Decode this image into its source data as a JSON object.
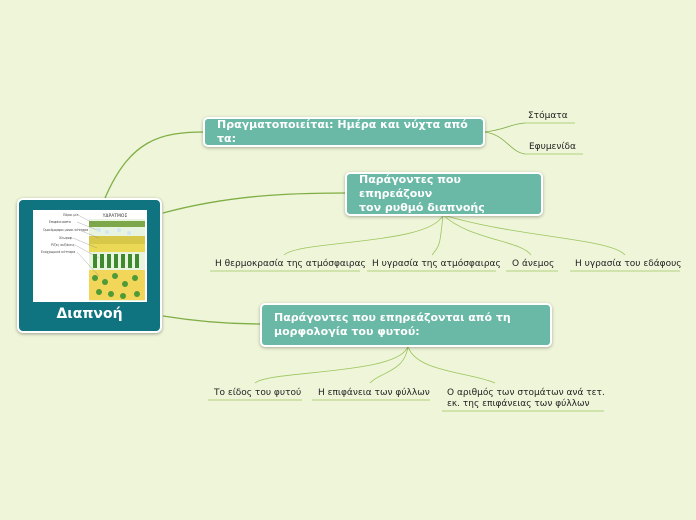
{
  "central": {
    "title": "Διαπνοή"
  },
  "illustration": {
    "header": "ΥΔΡΑΤΜΟΣ",
    "labels": [
      "Πόροι μίτ",
      "Επιφάνειαστο",
      "Ομοιόμορφοι μονοι κύτταρα",
      "Χλωροφ.",
      "Ρίζες αυξάνεις",
      "Ενοχρωμικά κύτταρα"
    ]
  },
  "branches": [
    {
      "id": "b1",
      "label": "Πραγματοποιείται: Ημέρα και νύχτα από τα:",
      "children": [
        "Στόματα",
        "Εφυμενίδα"
      ]
    },
    {
      "id": "b2",
      "label": "Παράγοντες που επηρεάζουν\nτον ρυθμό διαπνοής",
      "children": [
        "Η θερμοκρασία της ατμόσφαιρας",
        "Η υγρασία της ατμόσφαιρας",
        "Ο άνεμος",
        "Η υγρασία του εδάφους"
      ]
    },
    {
      "id": "b3",
      "label": "Παράγοντες  που επηρεάζονται από τη\nμορφολογία του φυτού:",
      "children": [
        "Το είδος του φυτού",
        "Η επιφάνεια των φύλλων",
        "Ο αριθμός των στομάτων ανά τετ.\nεκ. της επιφάνειας των φύλλων"
      ]
    }
  ],
  "colors": {
    "background": "#eef5d8",
    "central": "#0f7480",
    "branch": "#6ab8a6",
    "link": "#7fae45"
  }
}
